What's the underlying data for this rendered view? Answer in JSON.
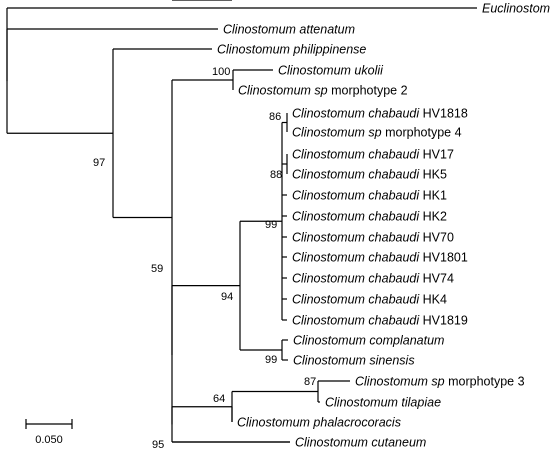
{
  "tree": {
    "taxa": [
      {
        "id": "t1",
        "italic": "Euclinostomum heterostomum",
        "plain": ""
      },
      {
        "id": "t2",
        "italic": "Clinostomum attenatum",
        "plain": ""
      },
      {
        "id": "t3",
        "italic": "Clinostomum philippinense",
        "plain": ""
      },
      {
        "id": "t4",
        "italic": "Clinostomum ukolii",
        "plain": ""
      },
      {
        "id": "t5",
        "italic": "Clinostomum sp",
        "plain": " morphotype 2"
      },
      {
        "id": "t6",
        "italic": "Clinostomum chabaudi",
        "plain": " HV1818"
      },
      {
        "id": "t7",
        "italic": "Clinostomum sp",
        "plain": " morphotype 4"
      },
      {
        "id": "t8",
        "italic": "Clinostomum chabaudi",
        "plain": " HV17"
      },
      {
        "id": "t9",
        "italic": "Clinostomum chabaudi",
        "plain": " HK5"
      },
      {
        "id": "t10",
        "italic": "Clinostomum chabaudi",
        "plain": " HK1"
      },
      {
        "id": "t11",
        "italic": "Clinostomum chabaudi",
        "plain": " HK2"
      },
      {
        "id": "t12",
        "italic": "Clinostomum chabaudi",
        "plain": " HV70"
      },
      {
        "id": "t13",
        "italic": "Clinostomum chabaudi",
        "plain": " HV1801"
      },
      {
        "id": "t14",
        "italic": "Clinostomum chabaudi",
        "plain": " HV74"
      },
      {
        "id": "t15",
        "italic": "Clinostomum chabaudi",
        "plain": " HK4"
      },
      {
        "id": "t16",
        "italic": "Clinostomum chabaudi",
        "plain": " HV1819"
      },
      {
        "id": "t17",
        "italic": "Clinostomum complanatum",
        "plain": ""
      },
      {
        "id": "t18",
        "italic": "Clinostomum sinensis",
        "plain": ""
      },
      {
        "id": "t19",
        "italic": "Clinostomum sp",
        "plain": " morphotype 3"
      },
      {
        "id": "t20",
        "italic": "Clinostomum tilapiae",
        "plain": ""
      },
      {
        "id": "t21",
        "italic": "Clinostomum phalacrocoracis",
        "plain": ""
      },
      {
        "id": "t22",
        "italic": "Clinostomum cutaneum",
        "plain": ""
      }
    ],
    "support": [
      {
        "id": "n100",
        "value": "100"
      },
      {
        "id": "n86",
        "value": "86"
      },
      {
        "id": "n88",
        "value": "88"
      },
      {
        "id": "n99a",
        "value": "99"
      },
      {
        "id": "n97",
        "value": "97"
      },
      {
        "id": "n59",
        "value": "59"
      },
      {
        "id": "n94",
        "value": "94"
      },
      {
        "id": "n99b",
        "value": "99"
      },
      {
        "id": "n87",
        "value": "87"
      },
      {
        "id": "n64",
        "value": "64"
      },
      {
        "id": "n95",
        "value": "95"
      }
    ],
    "scale_bar": {
      "label": "0.050"
    }
  }
}
